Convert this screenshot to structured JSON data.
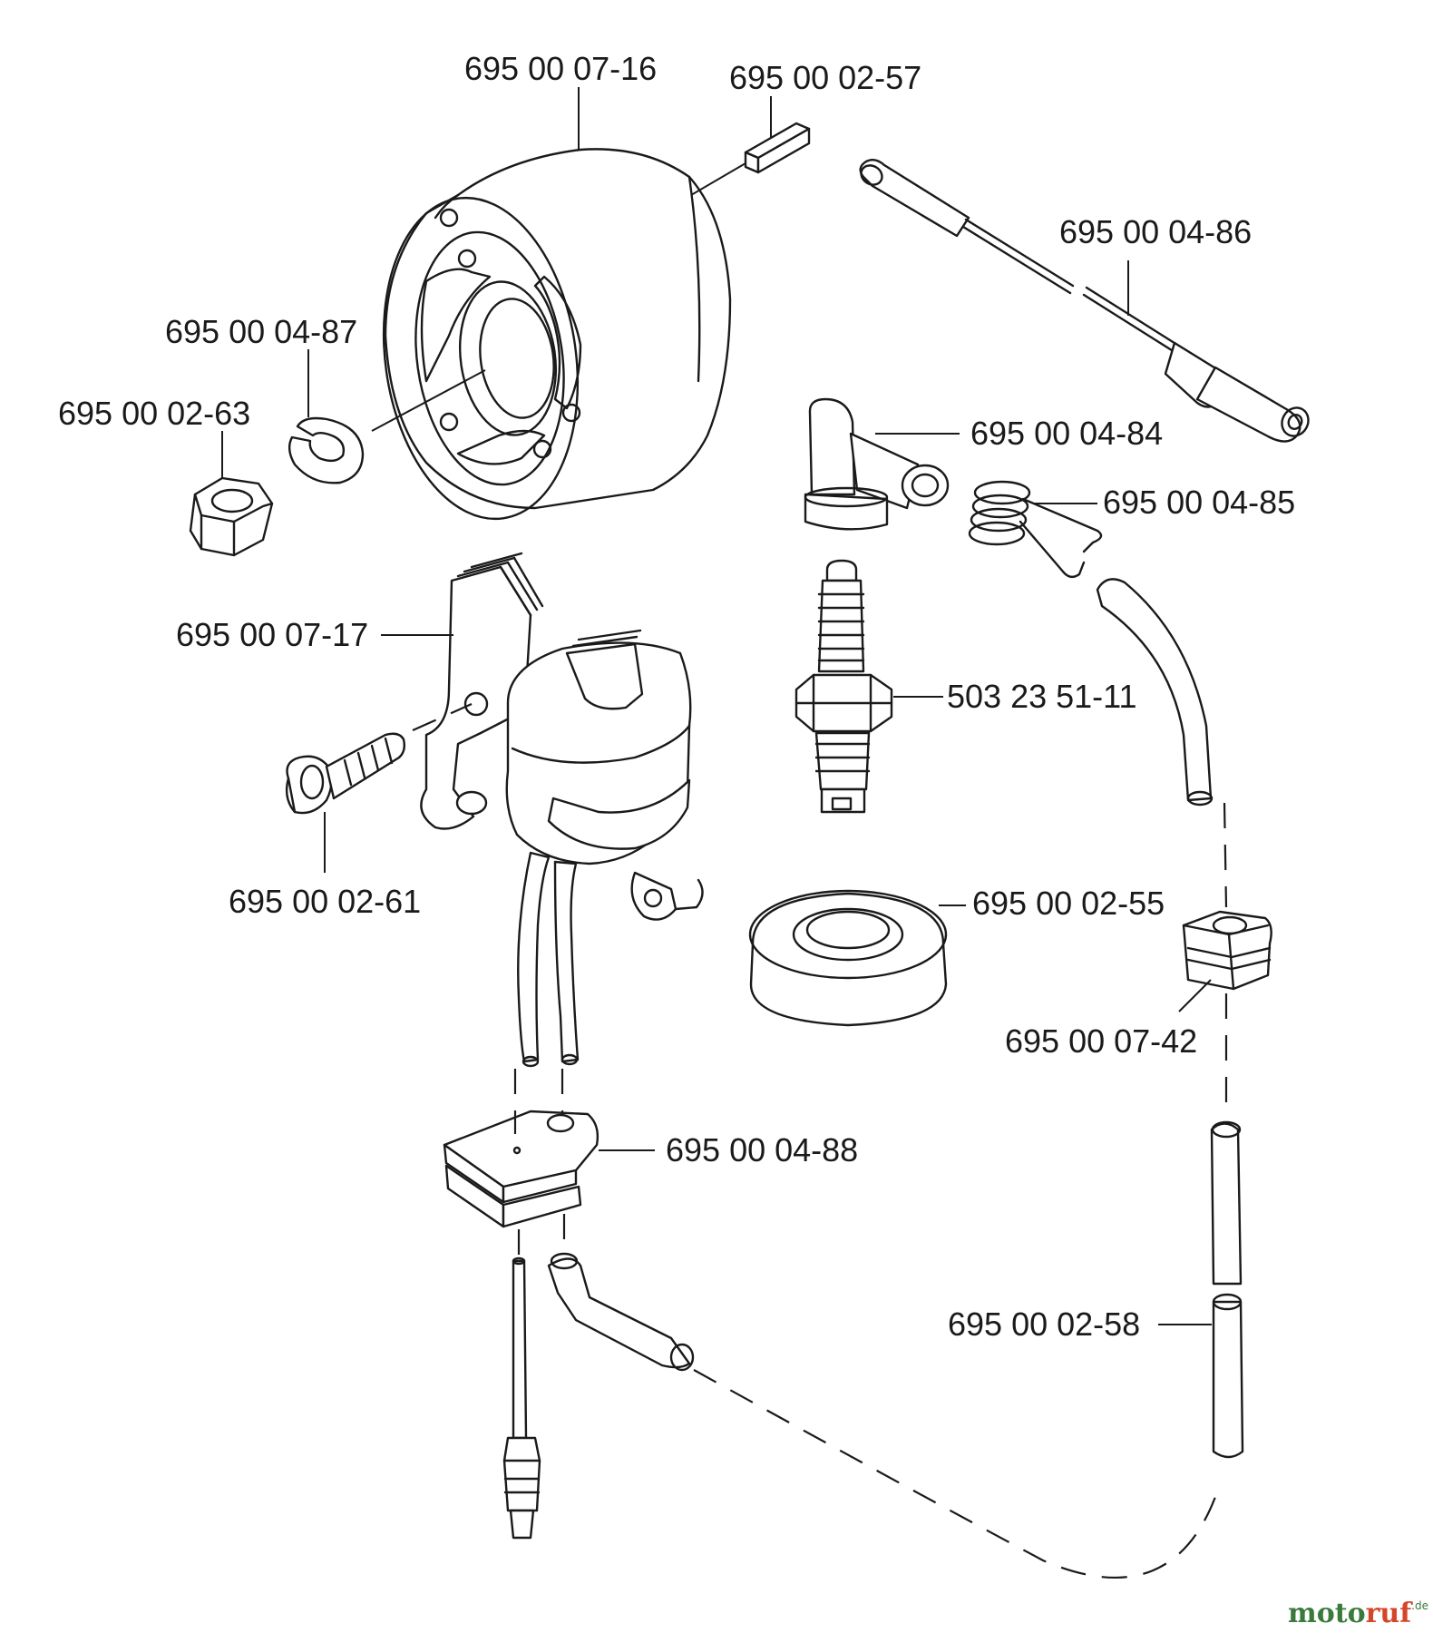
{
  "labels": {
    "flywheel": "695 00 07-16",
    "key": "695 00 02-57",
    "cable": "695 00 04-86",
    "washer": "695 00 04-87",
    "nut": "695 00 02-63",
    "spark_cap": "695 00 04-84",
    "spring": "695 00 04-85",
    "ignition_module": "695 00 07-17",
    "spark_plug": "503 23 51-11",
    "screw": "695 00 02-61",
    "grommet": "695 00 02-55",
    "clip": "695 00 07-42",
    "insulator": "695 00 04-88",
    "hose": "695 00 02-58"
  },
  "watermark": {
    "brand_a": "moto",
    "brand_b": "ruf",
    "suffix": ".de",
    "color_a": "#3a7a3a",
    "color_b": "#d4462a"
  }
}
